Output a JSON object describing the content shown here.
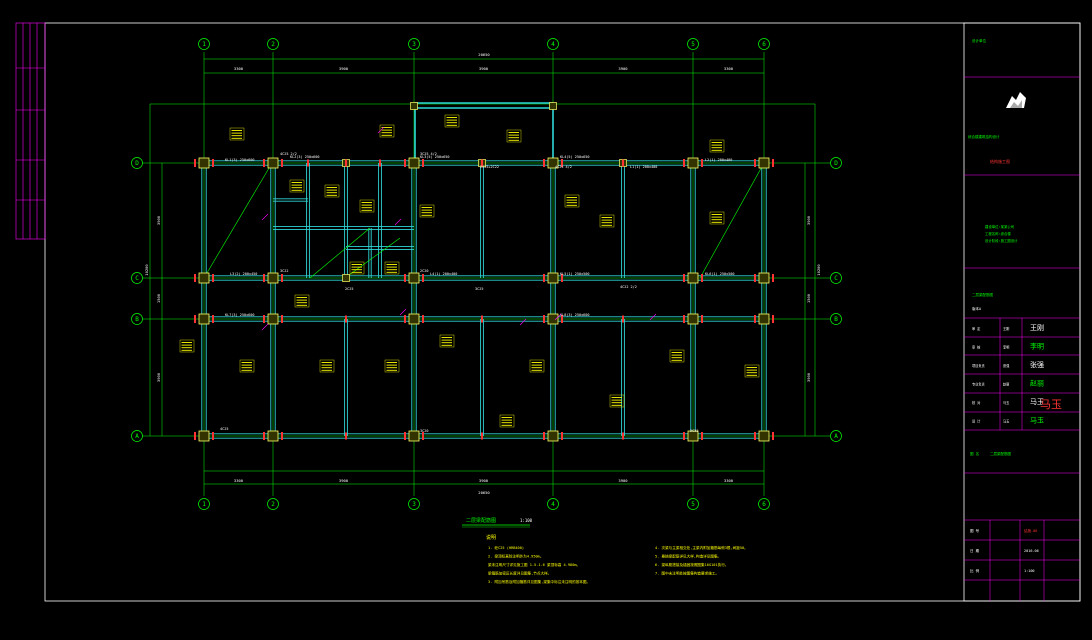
{
  "colors": {
    "background": "#000000",
    "frame": "#ffffff",
    "grid": "#00ff00",
    "beam": "#2fd7d7",
    "column": "#ffff66",
    "column_edge": "#7a7a00",
    "rebar": "#ff3333",
    "yellow_tag": "#ffff00",
    "magenta": "#ff00ff",
    "titleblock_line": "#ff00ff"
  },
  "axes": {
    "columns": [
      "1",
      "2",
      "3",
      "4",
      "5",
      "6"
    ],
    "rows": [
      "D",
      "C",
      "B",
      "A"
    ]
  },
  "dimensions": {
    "top_total": "20650",
    "bottom_total": "20650",
    "left_total": "10200",
    "right_total": "10200",
    "top_parts": [
      "3300",
      "3900",
      "3900",
      "3900",
      "3300"
    ],
    "bottom_parts": [
      "3300",
      "3900",
      "3900",
      "3900",
      "3300"
    ],
    "left_parts": [
      "3900",
      "1500",
      "3900"
    ],
    "right_parts": [
      "3900",
      "1500",
      "3900"
    ]
  },
  "plan_title": {
    "main": "二层梁配筋图",
    "scale": "1:100"
  },
  "notes": {
    "heading": "说明",
    "items_left": [
      "1. 砼C25 (HRB400)",
      "2. 梁顶标高除注明外为4.950m。",
      "   梁未注明尺寸详见施工图 1.5.1.6 梁顶标高 4.980m。",
      "   梁箍筋加密区长度详见图集,节点大样。",
      "3. 附加吊筋及附加箍筋详见图集,梁集中标注未注明的按本图。"
    ],
    "items_right": [
      "4. 次梁与主梁相交处,主梁内附加箍筋每侧3根,间距50。",
      "5. 悬挑梁配筋详见大样,构造详见图集。",
      "6. 梁纵筋搭接及锚固按照图集16G101执行。",
      "7. 图中未注明处按图集构造要求施工。"
    ]
  },
  "title_block": {
    "label_top": "设计单位",
    "project_name": "综合楼建筑结构设计",
    "design_stamp": "结构施工图",
    "owner_lines": [
      "建设单位:某某公司",
      "工程名称:综合楼",
      "设计阶段:施工图设计"
    ],
    "sheet_name": "二层梁配筋图",
    "role_rows": [
      {
        "role": "审 定",
        "name": "王刚"
      },
      {
        "role": "审 核",
        "name": "李明"
      },
      {
        "role": "项目负责",
        "name": "张强"
      },
      {
        "role": "专业负责",
        "name": "赵丽"
      },
      {
        "role": "校 对",
        "name": "马玉"
      },
      {
        "role": "设 计",
        "name": "马玉"
      }
    ],
    "sig_main": "马玉",
    "drawing_label": "图 名",
    "drawing_name": "二层梁配筋图",
    "sheet_no_label": "图 号",
    "sheet_no": "结施-06",
    "date_label": "日 期",
    "date": "2016.06",
    "scale_label": "比 例",
    "scale": "1:100",
    "version": "版本A"
  },
  "beam_labels": [
    "KL1(3) 250x600",
    "KL2(3) 250x600",
    "KL3(5) 250x650",
    "KL4(5) 250x650",
    "L1(1) 200x400",
    "L2(1) 200x400",
    "L3(2) 200x450",
    "L4(1) 200x400",
    "KL5(1) 250x500",
    "KL6(1) 250x500",
    "KL7(3) 250x600",
    "KL8(3) 250x600"
  ],
  "rebar_tags": [
    "4C25 2/2",
    "3C25 4/2",
    "2C25+2C22",
    "4C25 4/2",
    "3C22",
    "2C20",
    "4C22 2/2",
    "3C25",
    "2C25",
    "4C25",
    "3C20",
    "2C22"
  ]
}
